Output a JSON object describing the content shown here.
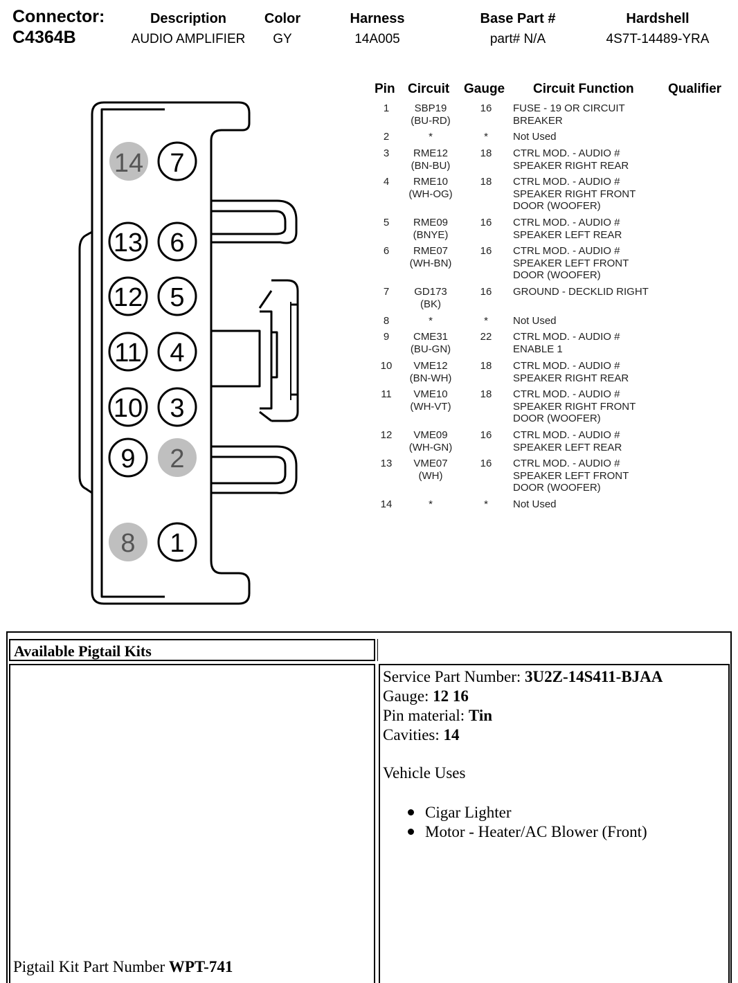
{
  "header": {
    "connector_label": "Connector:",
    "connector_id": "C4364B",
    "columns": [
      {
        "label": "Description",
        "value": "AUDIO AMPLIFIER"
      },
      {
        "label": "Color",
        "value": "GY"
      },
      {
        "label": "Harness",
        "value": "14A005"
      },
      {
        "label": "Base Part #",
        "value": "part# N/A"
      },
      {
        "label": "Hardshell",
        "value": "4S7T-14489-YRA"
      }
    ]
  },
  "connector_diagram": {
    "pins": [
      {
        "number": "14",
        "used": false
      },
      {
        "number": "7",
        "used": true
      },
      {
        "number": "13",
        "used": true
      },
      {
        "number": "6",
        "used": true
      },
      {
        "number": "12",
        "used": true
      },
      {
        "number": "5",
        "used": true
      },
      {
        "number": "11",
        "used": true
      },
      {
        "number": "4",
        "used": true
      },
      {
        "number": "10",
        "used": true
      },
      {
        "number": "3",
        "used": true
      },
      {
        "number": "9",
        "used": true
      },
      {
        "number": "2",
        "used": false
      },
      {
        "number": "8",
        "used": false
      },
      {
        "number": "1",
        "used": true
      }
    ],
    "colors": {
      "used_fill": "#ffffff",
      "unused_fill": "#bfbfbf",
      "unused_text": "#555555"
    }
  },
  "pin_table": {
    "headers": {
      "pin": "Pin",
      "circuit": "Circuit",
      "gauge": "Gauge",
      "function": "Circuit Function",
      "qualifier": "Qualifier"
    },
    "rows": [
      {
        "pin": "1",
        "circuit": "SBP19\n(BU-RD)",
        "gauge": "16",
        "function": "FUSE - 19 OR CIRCUIT\nBREAKER"
      },
      {
        "pin": "2",
        "circuit": "*",
        "gauge": "*",
        "function": "Not Used"
      },
      {
        "pin": "3",
        "circuit": "RME12\n(BN-BU)",
        "gauge": "18",
        "function": "CTRL MOD. - AUDIO #\nSPEAKER RIGHT REAR"
      },
      {
        "pin": "4",
        "circuit": "RME10\n(WH-OG)",
        "gauge": "18",
        "function": "CTRL MOD. - AUDIO #\nSPEAKER RIGHT FRONT\nDOOR (WOOFER)"
      },
      {
        "pin": "5",
        "circuit": "RME09\n(BNYE)",
        "gauge": "16",
        "function": "CTRL MOD. - AUDIO #\nSPEAKER LEFT REAR"
      },
      {
        "pin": "6",
        "circuit": "RME07\n(WH-BN)",
        "gauge": "16",
        "function": "CTRL MOD. - AUDIO #\nSPEAKER LEFT FRONT\nDOOR (WOOFER)"
      },
      {
        "pin": "7",
        "circuit": "GD173\n(BK)",
        "gauge": "16",
        "function": "GROUND - DECKLID RIGHT"
      },
      {
        "pin": "8",
        "circuit": "*",
        "gauge": "*",
        "function": "Not Used"
      },
      {
        "pin": "9",
        "circuit": "CME31\n(BU-GN)",
        "gauge": "22",
        "function": "CTRL MOD. - AUDIO #\nENABLE 1"
      },
      {
        "pin": "10",
        "circuit": "VME12\n(BN-WH)",
        "gauge": "18",
        "function": "CTRL MOD. - AUDIO #\nSPEAKER RIGHT REAR"
      },
      {
        "pin": "11",
        "circuit": "VME10\n(WH-VT)",
        "gauge": "18",
        "function": "CTRL MOD. - AUDIO #\nSPEAKER RIGHT FRONT\nDOOR (WOOFER)"
      },
      {
        "pin": "12",
        "circuit": "VME09\n(WH-GN)",
        "gauge": "16",
        "function": "CTRL MOD. - AUDIO #\nSPEAKER LEFT REAR"
      },
      {
        "pin": "13",
        "circuit": "VME07\n(WH)",
        "gauge": "16",
        "function": "CTRL MOD. - AUDIO #\nSPEAKER LEFT FRONT\nDOOR (WOOFER)"
      },
      {
        "pin": "14",
        "circuit": "*",
        "gauge": "*",
        "function": "Not Used"
      }
    ]
  },
  "pigtail": {
    "title": "Available Pigtail Kits",
    "service_part_label": "Service Part Number:",
    "service_part_value": "3U2Z-14S411-BJAA",
    "gauge_label": "Gauge:",
    "gauge_value": "12 16",
    "pin_material_label": "Pin material:",
    "pin_material_value": "Tin",
    "cavities_label": "Cavities:",
    "cavities_value": "14",
    "vehicle_uses_label": "Vehicle Uses",
    "vehicle_uses": [
      "Cigar Lighter",
      "Motor - Heater/AC Blower (Front)"
    ],
    "kit_part_label": "Pigtail Kit Part Number",
    "kit_part_value": "WPT-741"
  }
}
